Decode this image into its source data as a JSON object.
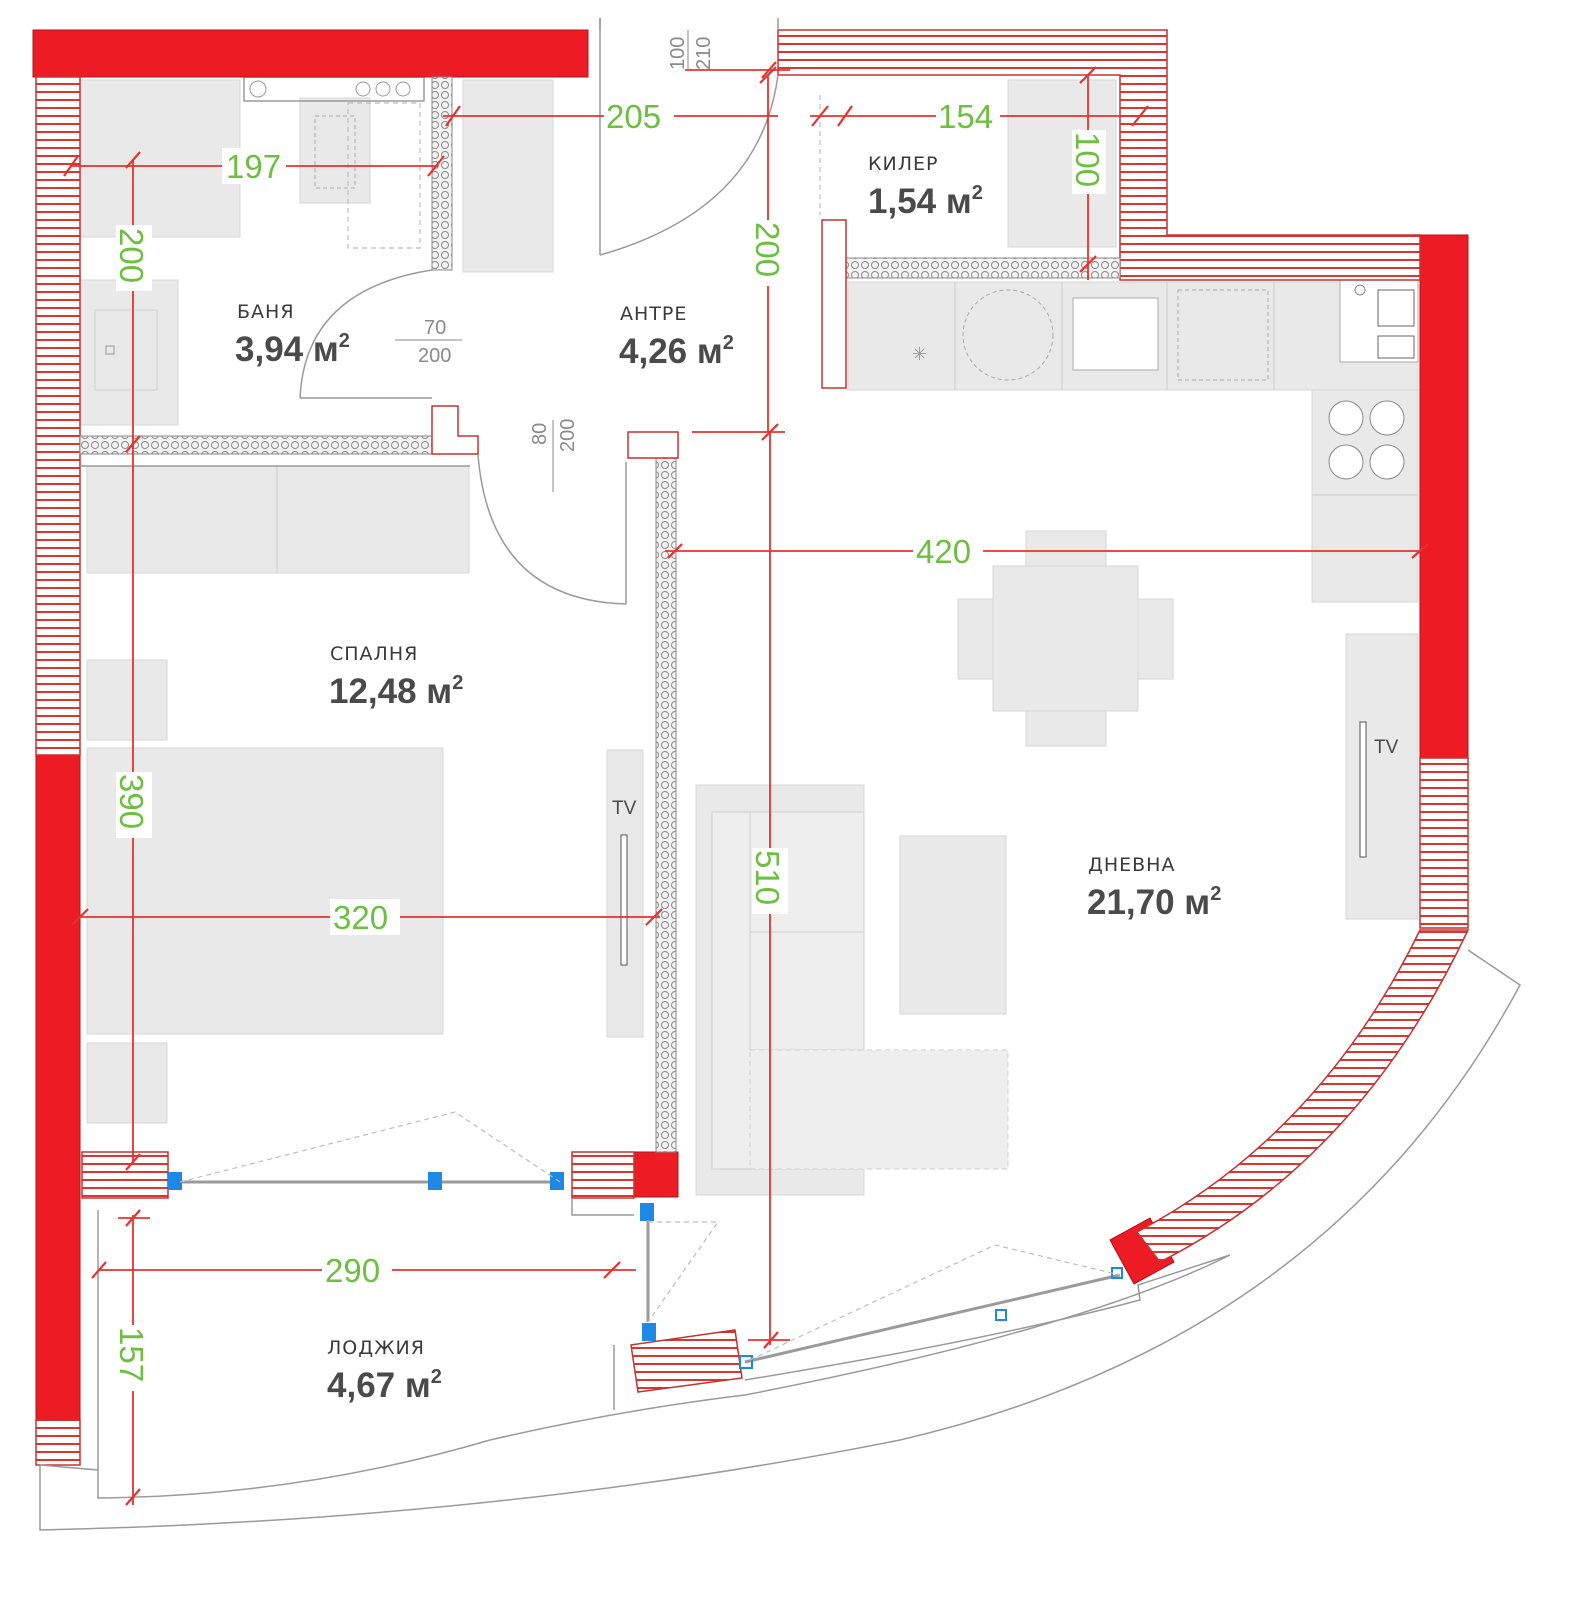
{
  "rooms": {
    "bath": {
      "name": "БАНЯ",
      "area": "3,94 м",
      "sup": "2"
    },
    "hall": {
      "name": "АНТРЕ",
      "area": "4,26 м",
      "sup": "2"
    },
    "pantry": {
      "name": "КИЛЕР",
      "area": "1,54 м",
      "sup": "2"
    },
    "bedroom": {
      "name": "СПАЛНЯ",
      "area": "12,48 м",
      "sup": "2"
    },
    "living": {
      "name": "ДНЕВНА",
      "area": "21,70 м",
      "sup": "2"
    },
    "loggia": {
      "name": "ЛОДЖИЯ",
      "area": "4,67 м",
      "sup": "2"
    }
  },
  "dimensions": {
    "d197": "197",
    "d205": "205",
    "d154": "154",
    "d100": "100",
    "d200_bath": "200",
    "d200_hall": "200",
    "d420": "420",
    "d390": "390",
    "d320": "320",
    "d510": "510",
    "d290": "290",
    "d157": "157"
  },
  "doors": {
    "entry": {
      "width": "100",
      "height": "210"
    },
    "bath": {
      "width": "70",
      "height": "200"
    },
    "bedroom": {
      "width": "80",
      "height": "200"
    }
  },
  "tv_labels": {
    "bedroom": "TV",
    "living": "TV"
  },
  "colors": {
    "wall_red": "#ed1c24",
    "dimension_green": "#6cbf3f",
    "dimension_line": "#e8312d",
    "furniture_gray": "#e9e9e9"
  },
  "icons": [
    "door-swing-icon",
    "window-frame-icon",
    "tv-icon"
  ]
}
